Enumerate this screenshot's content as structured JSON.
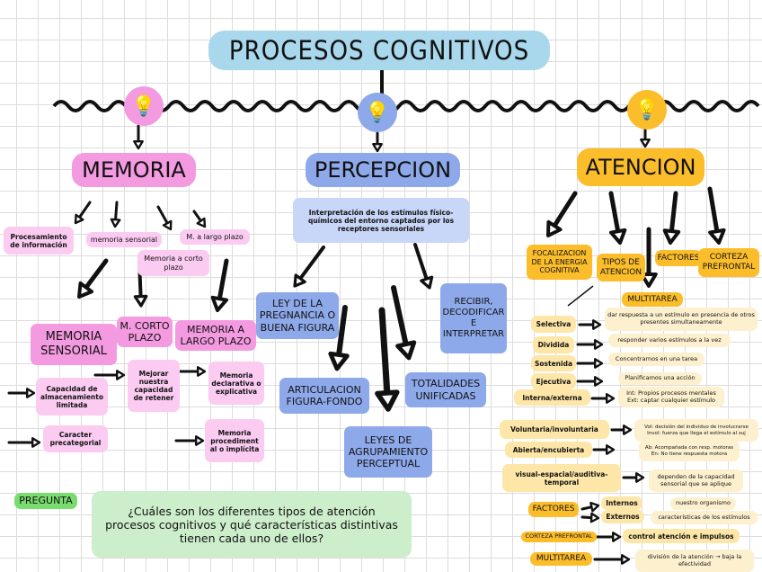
{
  "title": "PROCESOS COGNITIVOS",
  "colors": {
    "memoria": "#f39ae0",
    "percepcion": "#8ea9ea",
    "atencion": "#fbbd2a",
    "title": "#a9d7ec",
    "pregunta": "#78dc6e"
  },
  "icons": [
    "lightbulb-icon",
    "arrow-icon",
    "wavy-line"
  ],
  "memoria": {
    "header": "MEMORIA",
    "items": [
      "Procesamiento de información",
      "memoria sensorial",
      "M. a largo plazo",
      "Memoria a corto plazo"
    ],
    "sensorial": "MEMORIA SENSORIAL",
    "corto": "M. CORTO PLAZO",
    "largo": "MEMORIA A LARGO PLAZO",
    "capacidad": "Capacidad de almacenamiento limitada",
    "caracter": "Caracter precategorial",
    "mejorar": "Mejorar nuestra capacidad de retener",
    "declarativa": "Memoria declarativa o explicativa",
    "procedimental": "Memoria procediment al o implícita"
  },
  "percepcion": {
    "header": "PERCEPCION",
    "definicion": "Interpretación de los estímulos físico-químicos del entorno captados por los receptores sensoriales",
    "pregnancia": "LEY DE LA PREGNANCIA O BUENA FIGURA",
    "recibir": "RECIBIR, DECODIFICAR E INTERPRETAR",
    "articulacion": "ARTICULACION FIGURA-FONDO",
    "totalidades": "TOTALIDADES UNIFICADAS",
    "leyes": "LEYES DE AGRUPAMIENTO PERCEPTUAL"
  },
  "atencion": {
    "header": "ATENCION",
    "focalizacion": "FOCALIZACION DE LA ENERGIA COGNITIVA",
    "tipos": "TIPOS DE ATENCION",
    "factores": "FACTORES",
    "corteza": "CORTEZA PREFRONTAL",
    "multitarea": "MULTITAREA",
    "tipos_list": [
      {
        "name": "Selectiva",
        "desc": "dar respuesta a un estímulo en presencia de otros presentes simultaneamente"
      },
      {
        "name": "Dividida",
        "desc": "responder varios estímulos a la vez"
      },
      {
        "name": "Sostenida",
        "desc": "Concentrarnos en una tarea"
      },
      {
        "name": "Ejecutiva",
        "desc": "Planificamos una acción"
      },
      {
        "name": "Interna/externa",
        "desc": "Int: Propios procesos mentales  Ext: captar cualquier estímulo"
      },
      {
        "name": "Voluntaria/involuntaria",
        "desc": "Vol: decisión del individuo de involucrarse  Invol: fuerza que llega el estímulo al suj"
      },
      {
        "name": "Abierta/encubierta",
        "desc": "Ab: Acompañada con resp. motoras  En: No tiene respuesta motora"
      },
      {
        "name": "visual-espacial/auditiva-temporal",
        "desc": "dependen de la capacidad sensorial que se aplique"
      }
    ],
    "factores_bottom": "FACTORES",
    "internos": "Internos",
    "externos": "Externos",
    "internos_desc": "nuestro organismo",
    "externos_desc": "características de los estímulos",
    "corteza_bottom": "CORTEZA PREFRONTAL",
    "corteza_desc": "control atención e impulsos",
    "multitarea_bottom": "MULTITAREA",
    "multitarea_desc": "división de la atención → baja la efectividad"
  },
  "pregunta": {
    "label": "PREGUNTA",
    "text": "¿Cuáles son los diferentes tipos de atención procesos cognitivos y qué características distintivas tienen cada uno de ellos?"
  }
}
